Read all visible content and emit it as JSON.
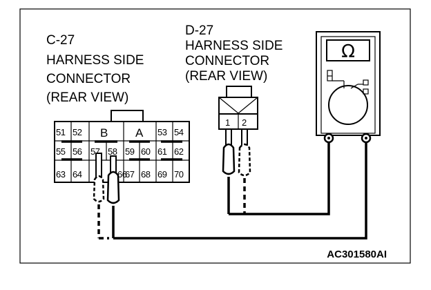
{
  "c27": {
    "id": "C-27",
    "line1": "HARNESS SIDE",
    "line2": "CONNECTOR",
    "line3": "(REAR VIEW)",
    "row1": [
      "51",
      "52",
      "B",
      "A",
      "53",
      "54"
    ],
    "row2": [
      "55",
      "56",
      "57",
      "58",
      "59",
      "60",
      "61",
      "62"
    ],
    "row3": [
      "63",
      "64",
      "",
      "",
      "67",
      "68",
      "69",
      "70"
    ]
  },
  "d27": {
    "id": "D-27",
    "line1": "HARNESS SIDE",
    "line2": "CONNECTOR",
    "line3": "(REAR VIEW)",
    "pins": [
      "1",
      "2"
    ]
  },
  "meter": {
    "display": "Ω"
  },
  "figure_code": "AC301580AI"
}
